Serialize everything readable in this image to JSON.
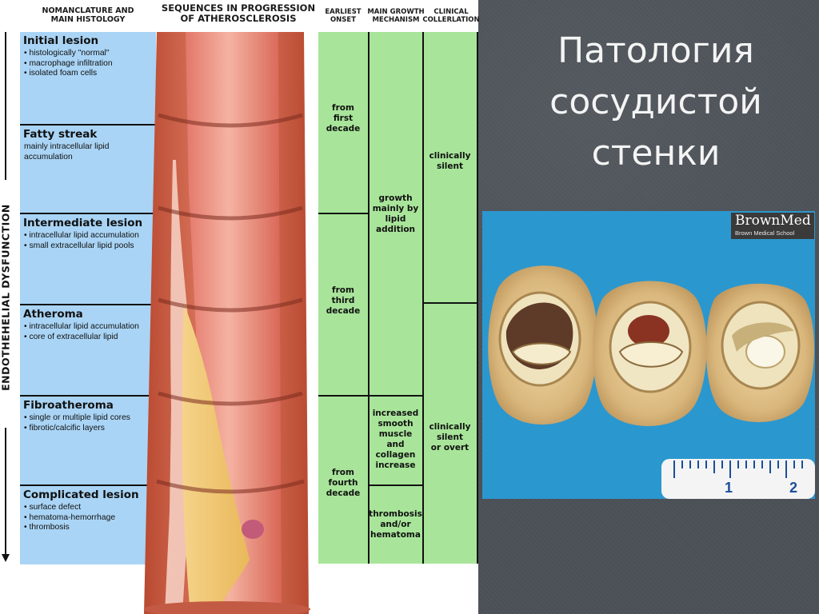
{
  "headers": {
    "nomenclature": "NOMANCLATURE AND\nMAIN HISTOLOGY",
    "sequences": "SEQUENCES IN PROGRESSION\nOF ATHEROSCLEROSIS",
    "earliest_onset": "EARLIEST\nONSET",
    "growth_mechanism": "MAIN GROWTH\nMECHANISM",
    "clinical": "CLINICAL\nCOLLERLATION"
  },
  "side_label": "ENDOTHEHELIAL DYSFUNCTION",
  "stages": [
    {
      "title": "Initial lesion",
      "bullets": [
        "• histologically \"normal\"",
        "• macrophage infiltration",
        "• isolated foam cells"
      ]
    },
    {
      "title": "Fatty streak",
      "bullets": [
        "mainly intracellular lipid",
        "accumulation"
      ]
    },
    {
      "title": "Intermediate lesion",
      "bullets": [
        "• intracellular lipid accumulation",
        "• small extracellular lipid pools"
      ]
    },
    {
      "title": "Atheroma",
      "bullets": [
        "• intracellular lipid accumulation",
        "• core of extracellular lipid"
      ]
    },
    {
      "title": "Fibroatheroma",
      "bullets": [
        "• single or multiple lipid cores",
        "• fibrotic/calcific layers"
      ]
    },
    {
      "title": "Complicated lesion",
      "bullets": [
        "• surface defect",
        "• hematoma-hemorrhage",
        "• thrombosis"
      ]
    }
  ],
  "onset": [
    "from\nfirst\ndecade",
    "from\nthird\ndecade",
    "from\nfourth\ndecade"
  ],
  "growth": [
    "growth\nmainly by\nlipid\naddition",
    "increased\nsmooth\nmuscle\nand\ncollagen\nincrease",
    "thrombosis\nand/or\nhematoma"
  ],
  "clinical": [
    "clinically\nsilent",
    "clinically\nsilent\nor overt"
  ],
  "slide_title": "Патология сосудистой стенки",
  "photo": {
    "brand_name": "BrownMed",
    "brand_sub": "Brown Medical School",
    "ruler_numbers": [
      "1",
      "2"
    ]
  }
}
